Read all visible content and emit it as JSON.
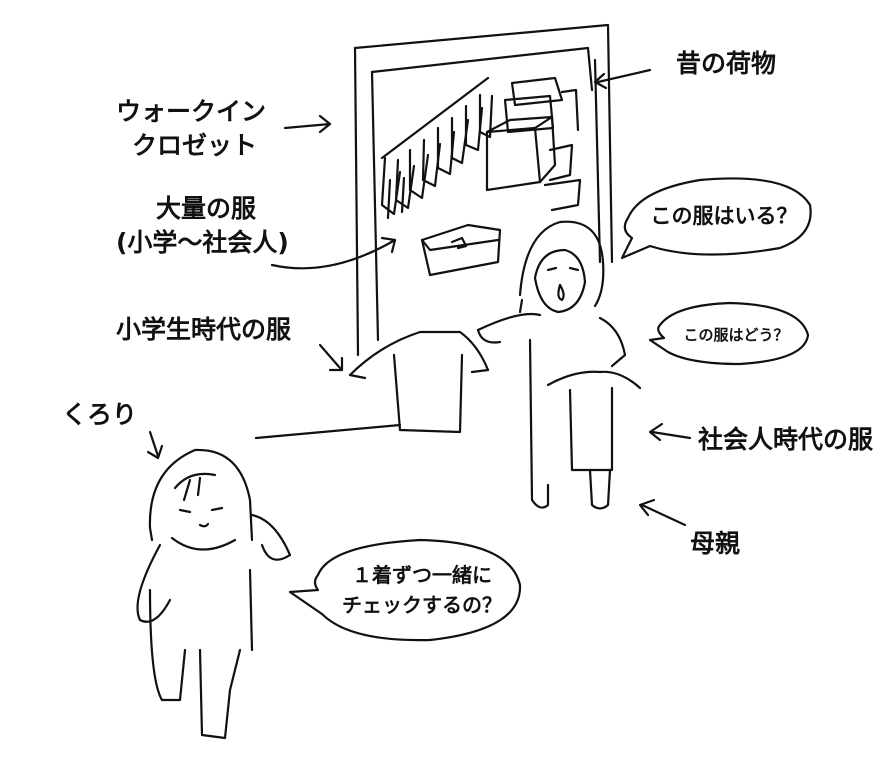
{
  "labels": {
    "walkin_closet": [
      "ウォークイン",
      "クロゼット"
    ],
    "old_luggage": "昔の荷物",
    "lots_of_clothes": [
      "大量の服",
      "(小学〜社会人)"
    ],
    "elementary_clothes": "小学生時代の服",
    "kurori": "くろり",
    "working_clothes": "社会人時代の服",
    "mother": "母親"
  },
  "speech": {
    "mother_line_1": "この服はいる？",
    "mother_line_2": "この服はどう？",
    "kurori_line": [
      "１着ずつ一緒に",
      "チェックするの？"
    ]
  }
}
